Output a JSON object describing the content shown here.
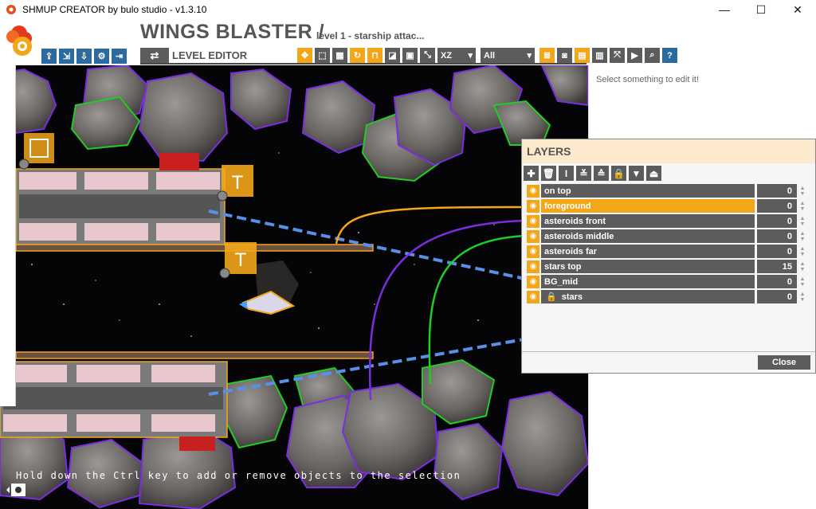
{
  "window": {
    "title": "SHMUP CREATOR by bulo studio - v1.3.10",
    "minimize": "—",
    "maximize": "☐",
    "close": "✕"
  },
  "header": {
    "app_name": "WINGS BLASTER /",
    "level_name": "level 1 - starship attac...",
    "mode_label": "LEVEL EDITOR"
  },
  "toolbar": {
    "axis_select": "XZ",
    "filter_select": "All"
  },
  "canvas": {
    "hint": "Hold down the Ctrl key to add or remove objects to the selection"
  },
  "side_panel": {
    "hint": "Select something to edit it!"
  },
  "layers": {
    "title": "LAYERS",
    "close_label": "Close",
    "items": [
      {
        "name": "on top",
        "value": "0"
      },
      {
        "name": "foreground",
        "value": "0"
      },
      {
        "name": "asteroids front",
        "value": "0"
      },
      {
        "name": "asteroids middle",
        "value": "0"
      },
      {
        "name": "asteroids far",
        "value": "0"
      },
      {
        "name": "stars top",
        "value": "15"
      },
      {
        "name": "BG_mid",
        "value": "0"
      },
      {
        "name": "stars",
        "value": "0"
      }
    ]
  },
  "colors": {
    "accent": "#f4a619",
    "button_blue": "#2c6ba0",
    "button_gray": "#5c5c5c",
    "purple_outline": "#7a2ee0",
    "green_outline": "#22cc22"
  }
}
